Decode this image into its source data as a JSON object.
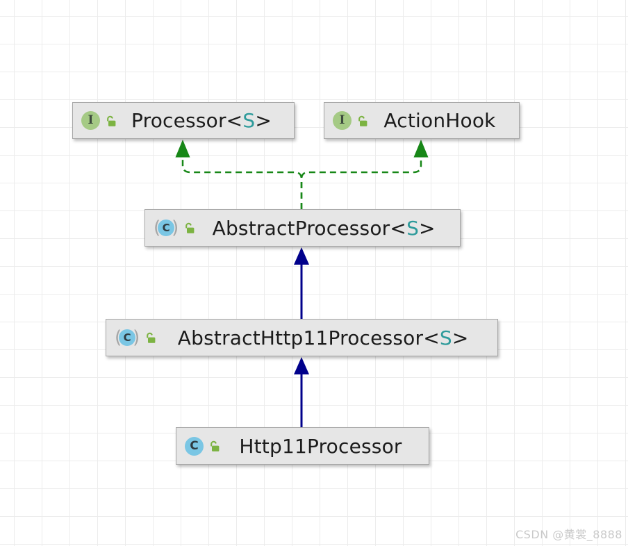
{
  "diagram": {
    "type": "uml-class-diagram",
    "nodes": [
      {
        "id": "processor",
        "kind": "interface",
        "abstract": false,
        "visibility": "public",
        "icon_letter": "I",
        "name": "Processor<",
        "generic": "S",
        "close": ">",
        "full_label": "Processor<S>"
      },
      {
        "id": "action-hook",
        "kind": "interface",
        "abstract": false,
        "visibility": "public",
        "icon_letter": "I",
        "name": "ActionHook",
        "generic": "",
        "close": "",
        "full_label": "ActionHook"
      },
      {
        "id": "abstract-processor",
        "kind": "class",
        "abstract": true,
        "visibility": "public",
        "icon_letter": "C",
        "name": "AbstractProcessor<",
        "generic": "S",
        "close": ">",
        "full_label": "AbstractProcessor<S>"
      },
      {
        "id": "abstract-http11-processor",
        "kind": "class",
        "abstract": true,
        "visibility": "public",
        "icon_letter": "C",
        "name": "AbstractHttp11Processor<",
        "generic": "S",
        "close": ">",
        "full_label": "AbstractHttp11Processor<S>"
      },
      {
        "id": "http11-processor",
        "kind": "class",
        "abstract": false,
        "visibility": "public",
        "icon_letter": "C",
        "name": "Http11Processor",
        "generic": "",
        "close": "",
        "full_label": "Http11Processor"
      }
    ],
    "paren_open": "(",
    "paren_close": ")",
    "edges": [
      {
        "from": "AbstractProcessor<S>",
        "to": "Processor<S>",
        "relation": "implements",
        "line_style": "dashed",
        "color": "#178717"
      },
      {
        "from": "AbstractProcessor<S>",
        "to": "ActionHook",
        "relation": "implements",
        "line_style": "dashed",
        "color": "#178717"
      },
      {
        "from": "AbstractHttp11Processor<S>",
        "to": "AbstractProcessor<S>",
        "relation": "extends",
        "line_style": "solid",
        "color": "#00008B"
      },
      {
        "from": "Http11Processor",
        "to": "AbstractHttp11Processor<S>",
        "relation": "extends",
        "line_style": "solid",
        "color": "#00008B"
      }
    ],
    "colors": {
      "implements_edge": "#178717",
      "extends_edge": "#00008B",
      "interface_icon": "#a5ca85",
      "class_icon": "#7ac6e4",
      "lock_icon": "#7cb342",
      "generic_param": "#2e9b9b",
      "node_fill": "#e6e6e6",
      "node_border": "#a6a6a6",
      "grid_line": "#ececec"
    }
  },
  "watermark": {
    "text": "CSDN @黄裳_8888"
  }
}
